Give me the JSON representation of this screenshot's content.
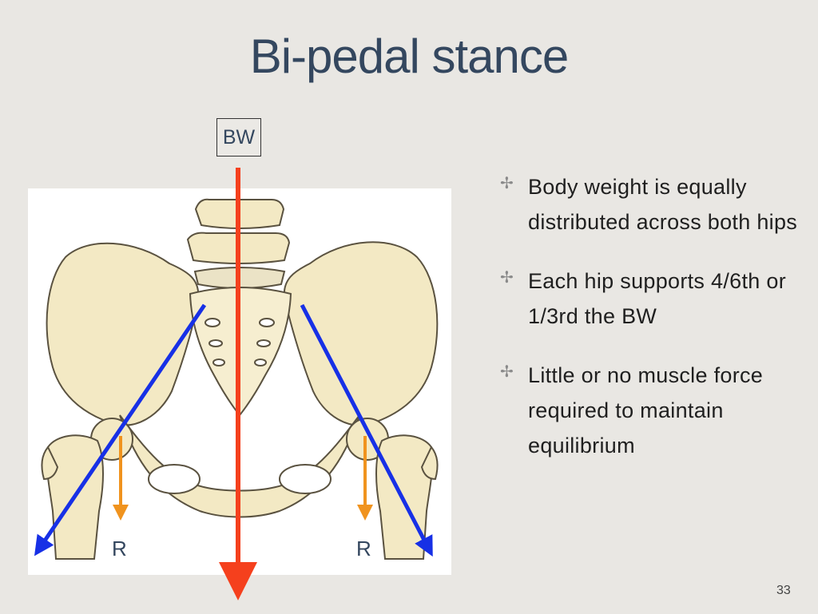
{
  "slide": {
    "title": "Bi-pedal stance",
    "page_number": "33"
  },
  "diagram": {
    "labels": {
      "body_weight": "BW",
      "reaction_left": "R",
      "reaction_right": "R"
    },
    "colors": {
      "body_weight_arrow": "#f5401d",
      "reaction_arrow": "#f0931e",
      "force_line": "#1730e6",
      "bone_fill": "#f3e9c4",
      "bone_outline": "#5a5240"
    }
  },
  "bullets": [
    {
      "icon": "bullet-cross-icon",
      "text": "Body weight is equally distributed across both hips"
    },
    {
      "icon": "bullet-cross-icon",
      "text": "Each hip supports 4/6th or 1/3rd the BW"
    },
    {
      "icon": "bullet-cross-icon",
      "text": "Little or no muscle force required to maintain equilibrium"
    }
  ]
}
